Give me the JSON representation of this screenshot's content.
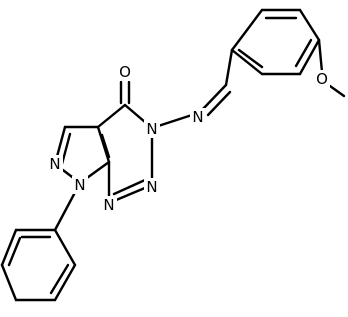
{
  "molecule": {
    "atoms": [
      {
        "id": "o_carbonyl",
        "label": "O"
      },
      {
        "id": "n_triazine_3",
        "label": "N"
      },
      {
        "id": "n_imine",
        "label": "N"
      },
      {
        "id": "n_triazine_2",
        "label": "N"
      },
      {
        "id": "n_triazine_1",
        "label": "N"
      },
      {
        "id": "n_pyrazole_2",
        "label": "N"
      },
      {
        "id": "n_pyrazole_1",
        "label": "N"
      },
      {
        "id": "o_methoxy",
        "label": "O"
      }
    ],
    "colors": {
      "bond": "#000000",
      "label": "#000000",
      "background": "#ffffff"
    }
  }
}
